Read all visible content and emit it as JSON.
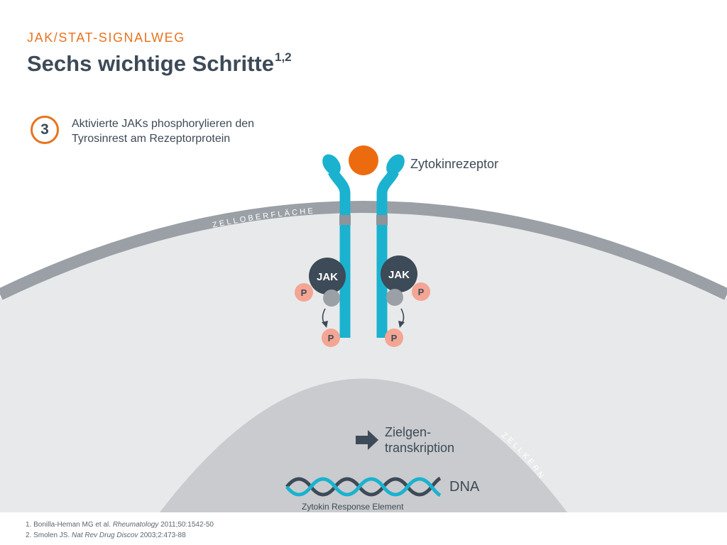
{
  "header": {
    "eyebrow": "JAK/STAT-SIGNALWEG",
    "title": "Sechs wichtige Schritte",
    "title_sup": "1,2"
  },
  "step": {
    "number": "3",
    "text": "Aktivierte JAKs phosphorylieren den Tyrosinrest am Rezeptorprotein"
  },
  "labels": {
    "receptor": "Zytokinrezeptor",
    "cell_surface": "ZELLOBERFLÄCHE",
    "nucleus": "ZELLKERN",
    "jak": "JAK",
    "phosphate": "P",
    "target_line1": "Zielgen-",
    "target_line2": "transkription",
    "dna": "DNA",
    "response_element": "Zytokin Response Element"
  },
  "references": [
    {
      "prefix": "1. Bonilla-Heman MG et al. ",
      "journal": "Rheumatology",
      "suffix": " 2011;50:1542-50"
    },
    {
      "prefix": "2. Smolen JS. ",
      "journal": "Nat Rev Drug Discov",
      "suffix": " 2003;2:473-88"
    }
  ],
  "colors": {
    "accent_orange": "#e8731e",
    "receptor_teal": "#1ab2cf",
    "membrane_gray": "#9aa0a6",
    "jak_dark": "#3d4a57",
    "phosphate_pink": "#f4a593",
    "text": "#3d4a57"
  }
}
